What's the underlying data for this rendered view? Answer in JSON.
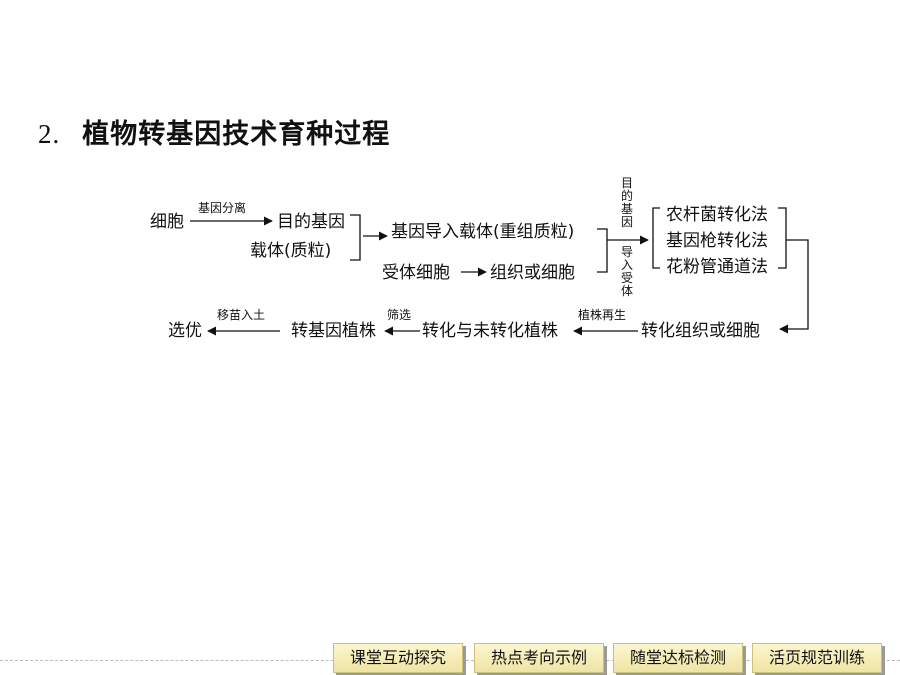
{
  "title": {
    "number": "2.",
    "text": "植物转基因技术育种过程"
  },
  "flow": {
    "row1": {
      "cell": "细胞",
      "label_separate": "基因分离",
      "target_gene": "目的基因",
      "vector": "载体(质粒)",
      "recombinant": "基因导入载体(重组质粒)",
      "recipient_cell": "受体细胞",
      "tissue_or_cell": "组织或细胞",
      "label_target_gene_v": "目的基因",
      "label_import_v": "导入受体",
      "methods": [
        "农杆菌转化法",
        "基因枪转化法",
        "花粉管通道法"
      ]
    },
    "row2": {
      "select_best": "选优",
      "label_transplant": "移苗入土",
      "transgenic_plant": "转基因植株",
      "label_screen": "筛选",
      "mixed_plants": "转化与未转化植株",
      "label_regen": "植株再生",
      "transformed_tissue": "转化组织或细胞"
    }
  },
  "nav": {
    "buttons": [
      "课堂互动探究",
      "热点考向示例",
      "随堂达标检测",
      "活页规范训练"
    ]
  }
}
